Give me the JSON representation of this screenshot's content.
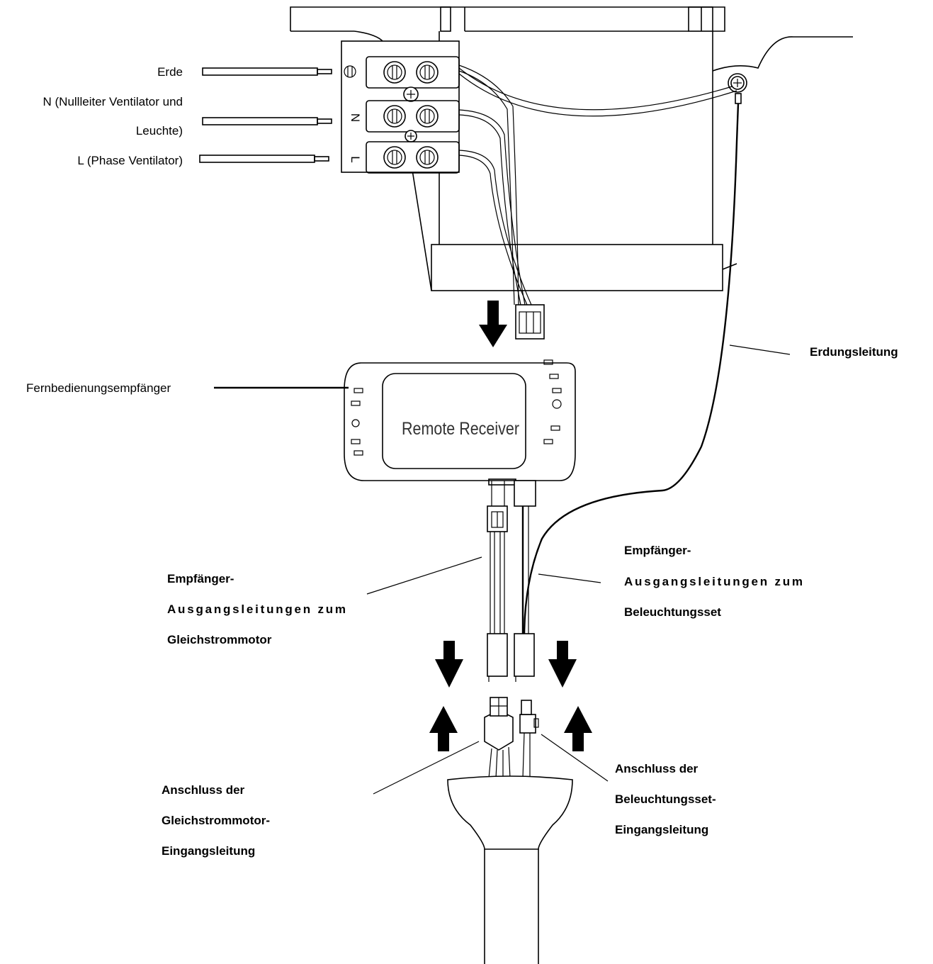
{
  "labels": {
    "erde": "Erde",
    "n_line1": "N (Nullleiter Ventilator und",
    "n_line2": "Leuchte)",
    "l_phase": "L (Phase Ventilator)",
    "fernbedienung": "Fernbedienungsempfänger",
    "erdungsleitung": "Erdungsleitung",
    "motor_out_1": "Empfänger-",
    "motor_out_2": "Ausgangsleitungen zum",
    "motor_out_3": "Gleichstrommotor",
    "light_out_1": "Empfänger-",
    "light_out_2": "Ausgangsleitungen zum",
    "light_out_3": "Beleuchtungsset",
    "motor_in_1": "Anschluss der",
    "motor_in_2": "Gleichstrommotor-",
    "motor_in_3": "Eingangsleitung",
    "light_in_1": "Anschluss der",
    "light_in_2": "Beleuchtungsset-",
    "light_in_3": "Eingangsleitung"
  },
  "terminal_marks": {
    "n": "N",
    "l": "L"
  },
  "receiver_text": "Remote Receiver"
}
